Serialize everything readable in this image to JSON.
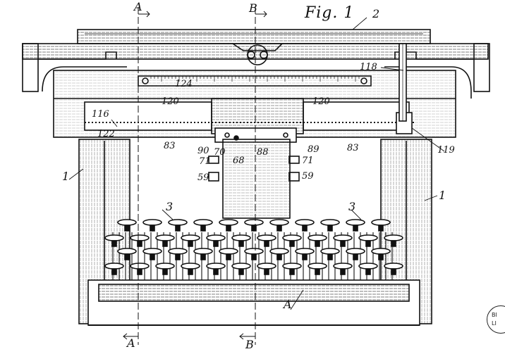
{
  "figure": {
    "title": "Fig. 1",
    "section_marks": [
      "A",
      "A",
      "B",
      "B"
    ],
    "stamp": [
      "BI",
      "LI"
    ]
  },
  "refs": {
    "r1_left": "1",
    "r1_right": "1",
    "r2": "2",
    "r3_left": "3",
    "r3_right": "3",
    "r4": "A",
    "r59_left": "59",
    "r59_right": "59",
    "r68": "68",
    "r70": "70",
    "r71_left": "71",
    "r71_right": "71",
    "r83_left": "83",
    "r83_right": "83",
    "r88": "88",
    "r89": "89",
    "r90": "90",
    "r116": "116",
    "r118": "118",
    "r119": "119",
    "r120_left": "120",
    "r120_right": "120",
    "r122": "122",
    "r124": "124"
  }
}
